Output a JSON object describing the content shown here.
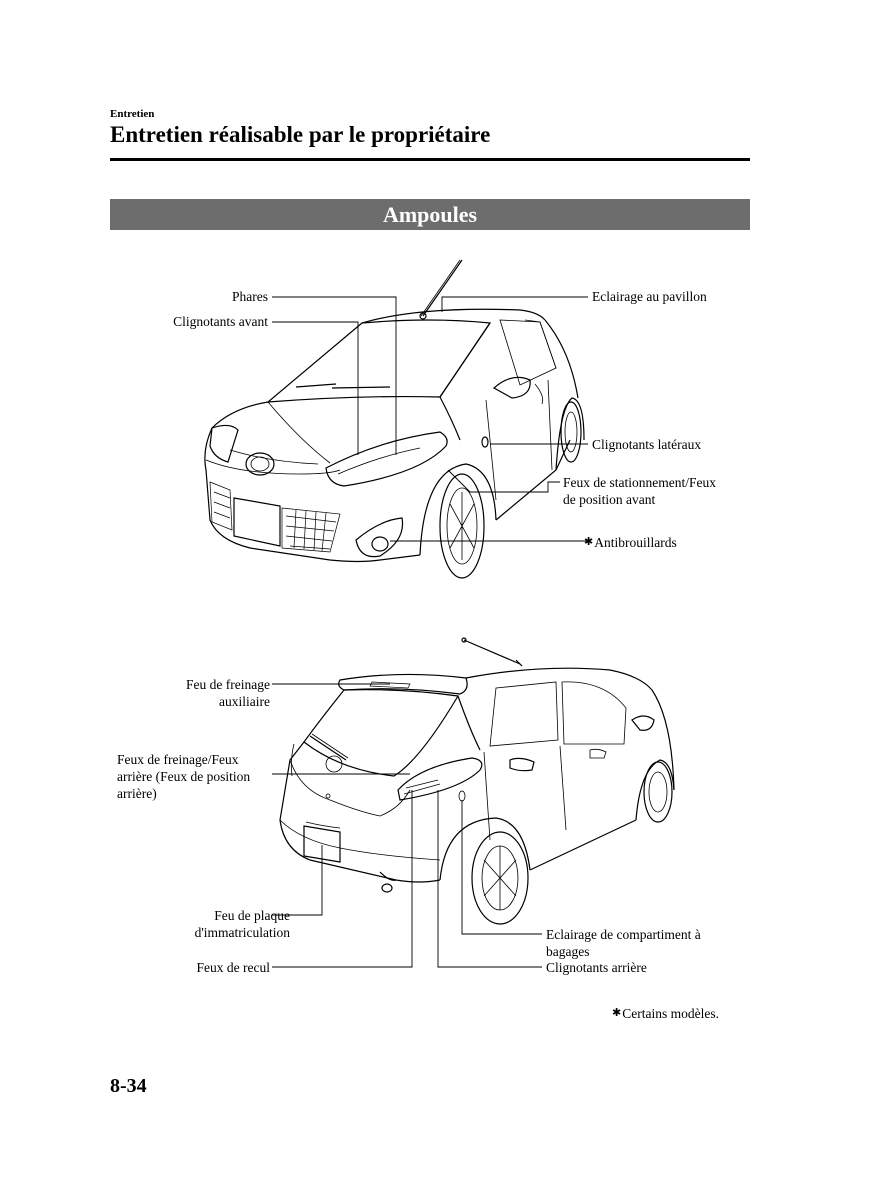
{
  "header": {
    "section": "Entretien",
    "title": "Entretien réalisable par le propriétaire"
  },
  "banner": {
    "title": "Ampoules"
  },
  "front_view": {
    "labels": {
      "phares": "Phares",
      "clignotants_avant": "Clignotants avant",
      "eclairage_pavillon": "Eclairage au pavillon",
      "clignotants_lateraux": "Clignotants latéraux",
      "feux_stationnement_1": "Feux de stationnement/Feux",
      "feux_stationnement_2": "de position avant",
      "antibrouillards": "Antibrouillards"
    },
    "antibrouillards_marker": "✱"
  },
  "rear_view": {
    "labels": {
      "feu_freinage_aux_1": "Feu de freinage",
      "feu_freinage_aux_2": "auxiliaire",
      "feux_freinage_1": "Feux de freinage/Feux",
      "feux_freinage_2": "arrière (Feux de position",
      "feux_freinage_3": "arrière)",
      "plaque_1": "Feu de plaque",
      "plaque_2": "d'immatriculation",
      "recul": "Feux de recul",
      "compartiment_1": "Eclairage de compartiment à",
      "compartiment_2": "bagages",
      "clignotants_arriere": "Clignotants arrière"
    }
  },
  "footnote": {
    "marker": "✱",
    "text": "Certains modèles."
  },
  "page_number": "8-34"
}
